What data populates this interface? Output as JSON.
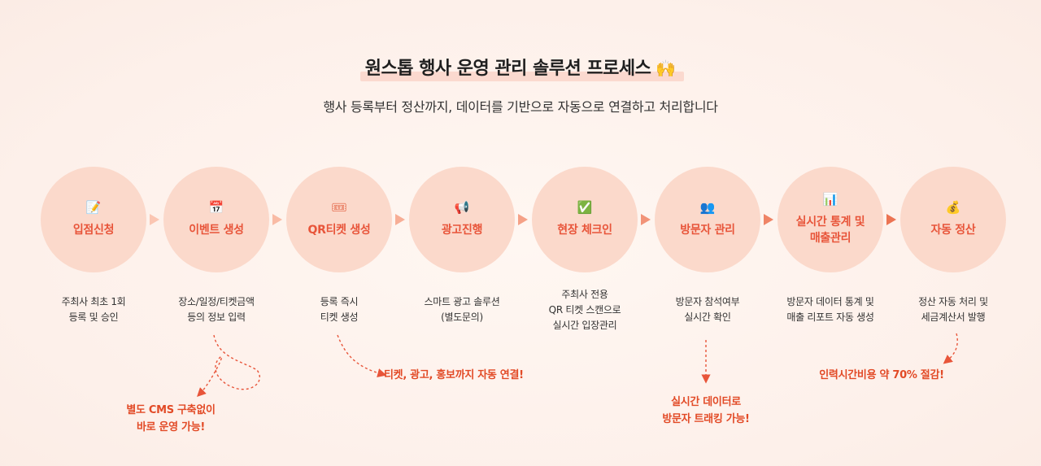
{
  "header": {
    "title": "원스톱 행사 운영 관리 솔루션 프로세스",
    "subtitle": "행사 등록부터 정산까지, 데이터를 기반으로 자동으로 연결하고 처리합니다",
    "emoji": "🙌"
  },
  "steps": [
    {
      "icon": "📝",
      "label": "입점신청",
      "desc1": "주최사 최초 1회",
      "desc2": "등록 및 승인"
    },
    {
      "icon": "📅",
      "label": "이벤트 생성",
      "desc1": "장소/일정/티켓금액",
      "desc2": "등의 정보 입력"
    },
    {
      "icon": "🎟",
      "label": "QR티켓 생성",
      "desc1": "등록 즉시",
      "desc2": "티켓 생성"
    },
    {
      "icon": "📢",
      "label": "광고진행",
      "desc1": "스마트 광고 솔루션",
      "desc2": "(별도문의)"
    },
    {
      "icon": "✅",
      "label": "현장 체크인",
      "desc1": "주최사 전용",
      "desc2": "QR 티켓 스캔으로",
      "desc3": "실시간 입장관리"
    },
    {
      "icon": "👥",
      "label": "방문자 관리",
      "desc1": "방문자 참석여부",
      "desc2": "실시간 확인"
    },
    {
      "icon": "📊",
      "label1": "실시간 통계 및",
      "label2": "매출관리",
      "desc1": "방문자 데이터 통계 및",
      "desc2": "매출 리포트 자동 생성"
    },
    {
      "icon": "💰",
      "label": "자동 정산",
      "desc1": "정산 자동 처리 및",
      "desc2": "세금계산서 발행"
    }
  ],
  "notes": {
    "cms1": "별도 CMS 구축없이",
    "cms2": "바로 운영 가능!",
    "ticket": "티켓, 광고, 홍보까지 자동 연결!",
    "track1": "실시간 데이터로",
    "track2": "방문자 트래킹 가능!",
    "cost": "인력시간비용 약 70% 절감!"
  },
  "colors": {
    "circle": "#fbd9cb",
    "label": "#e8553a",
    "note": "#e24a26",
    "arrow": "#f08c70"
  }
}
